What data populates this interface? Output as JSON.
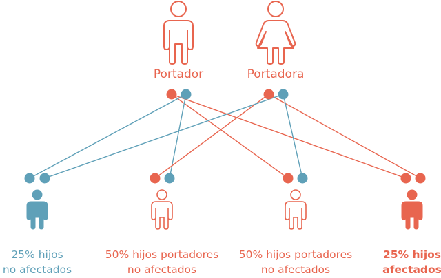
{
  "colors": {
    "affected_allele": "#e8654f",
    "normal_allele": "#5fa0b8",
    "outline_figure": "#e8654f",
    "unaffected_figure": "#5fa0b8",
    "affected_figure": "#e8654f"
  },
  "parents": [
    {
      "label": "Portador",
      "sex": "male",
      "alleles": [
        "affected",
        "normal"
      ]
    },
    {
      "label": "Portadora",
      "sex": "female",
      "alleles": [
        "affected",
        "normal"
      ]
    }
  ],
  "children": [
    {
      "alleles": [
        "normal",
        "normal"
      ],
      "figure": "solid-blue",
      "label_line1": "25% hijos",
      "label_line2": "no afectados"
    },
    {
      "alleles": [
        "affected",
        "normal"
      ],
      "figure": "outline-coral",
      "label_line1": "50% hijos portadores",
      "label_line2": "no afectados"
    },
    {
      "alleles": [
        "affected",
        "normal"
      ],
      "figure": "outline-coral",
      "label_line1": "50% hijos portadores",
      "label_line2": "no afectados"
    },
    {
      "alleles": [
        "affected",
        "affected"
      ],
      "figure": "solid-coral",
      "label_line1": "25% hijos",
      "label_line2": "afectados"
    }
  ],
  "inheritance_links": [
    {
      "parent": 0,
      "allele": 0,
      "child": 2,
      "child_allele": 0,
      "color": "affected"
    },
    {
      "parent": 0,
      "allele": 0,
      "child": 3,
      "child_allele": 0,
      "color": "affected"
    },
    {
      "parent": 0,
      "allele": 1,
      "child": 0,
      "child_allele": 0,
      "color": "normal"
    },
    {
      "parent": 0,
      "allele": 1,
      "child": 1,
      "child_allele": 1,
      "color": "normal"
    },
    {
      "parent": 1,
      "allele": 0,
      "child": 1,
      "child_allele": 0,
      "color": "affected"
    },
    {
      "parent": 1,
      "allele": 0,
      "child": 3,
      "child_allele": 1,
      "color": "affected"
    },
    {
      "parent": 1,
      "allele": 1,
      "child": 0,
      "child_allele": 1,
      "color": "normal"
    },
    {
      "parent": 1,
      "allele": 1,
      "child": 2,
      "child_allele": 1,
      "color": "normal"
    }
  ]
}
